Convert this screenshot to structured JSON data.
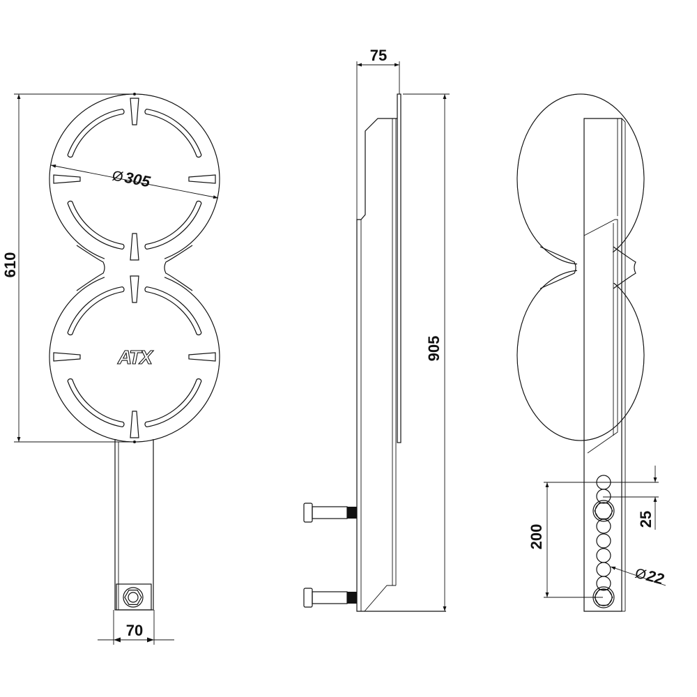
{
  "drawing": {
    "front_view": {
      "height_label": "610",
      "diameter_symbol": "Ø",
      "diameter_label": "305",
      "post_width_label": "70",
      "logo_text": "ATX"
    },
    "side_view": {
      "depth_label": "75",
      "total_height_label": "905"
    },
    "rear_view": {
      "hole_range_label": "200",
      "hole_spacing_label": "25",
      "diameter_symbol": "Ø",
      "hole_diameter_label": "22"
    },
    "line_color": "#111111"
  }
}
